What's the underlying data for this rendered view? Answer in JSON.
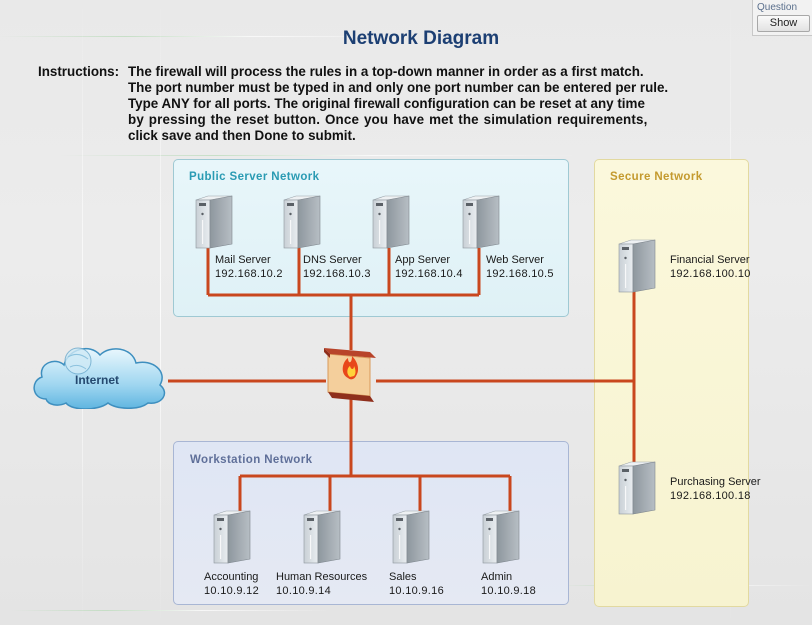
{
  "question_panel": {
    "label": "Question",
    "show_button": "Show"
  },
  "title": "Network Diagram",
  "instructions": {
    "label": "Instructions:",
    "lines": [
      "The firewall will process the rules in a top-down manner in order as a first match.",
      "The port number must be typed in and only one port number can be entered per rule.",
      "Type ANY for all ports. The original firewall configuration can be reset at any time",
      "by pressing the reset button. Once you have met the simulation requirements,",
      "click save and then Done to submit."
    ]
  },
  "internet": {
    "label": "Internet",
    "icon": "cloud-icon"
  },
  "firewall": {
    "icon": "firewall-icon"
  },
  "zones": {
    "public": {
      "title": "Public Server Network",
      "color": "#2a9bb3",
      "servers": [
        {
          "name": "Mail Server",
          "ip": "192.168.10.2"
        },
        {
          "name": "DNS Server",
          "ip": "192.168.10.3"
        },
        {
          "name": "App Server",
          "ip": "192.168.10.4"
        },
        {
          "name": "Web Server",
          "ip": "192.168.10.5"
        }
      ]
    },
    "secure": {
      "title": "Secure Network",
      "color": "#c49a2e",
      "servers": [
        {
          "name": "Financial Server",
          "ip": "192.168.100.10"
        },
        {
          "name": "Purchasing Server",
          "ip": "192.168.100.18"
        }
      ]
    },
    "workstation": {
      "title": "Workstation Network",
      "color": "#5f6f99",
      "servers": [
        {
          "name": "Accounting",
          "ip": "10.10.9.12"
        },
        {
          "name": "Human Resources",
          "ip": "10.10.9.14"
        },
        {
          "name": "Sales",
          "ip": "10.10.9.16"
        },
        {
          "name": "Admin",
          "ip": "10.10.9.18"
        }
      ]
    }
  },
  "wire_color": "#c9471e"
}
